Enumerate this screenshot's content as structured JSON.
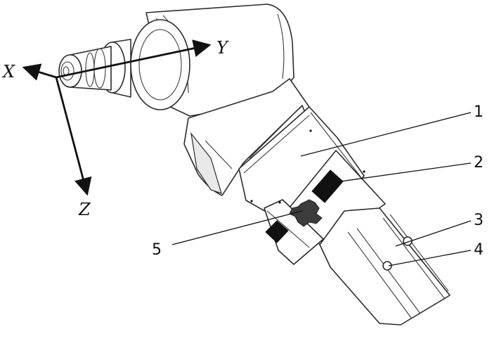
{
  "axes": {
    "x": "X",
    "y": "Y",
    "z": "Z"
  },
  "callouts": [
    "1",
    "2",
    "3",
    "4",
    "5"
  ],
  "colors": {
    "line": "#2b2b2b",
    "sensor": "#111111",
    "cross": "#3c3c3c",
    "background": "#ffffff"
  }
}
